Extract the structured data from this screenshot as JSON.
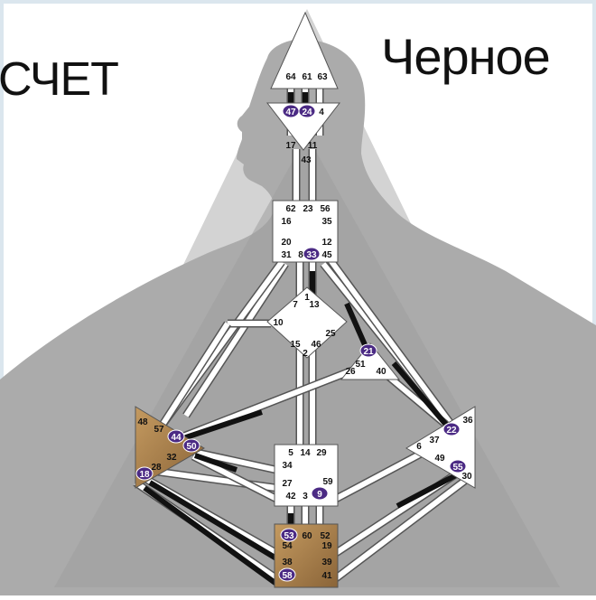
{
  "headings": {
    "left": "СЧЕТ",
    "right": "Черное"
  },
  "colors": {
    "background": "#ffffff",
    "frame_blue": "#dbe6ee",
    "aura_light": "#d3d3d3",
    "aura_dark": "#9e9e9e",
    "silhouette": "#ababab",
    "center_fill": "#ffffff",
    "motor_fill": "#a9824f",
    "channel_stroke": "#555555",
    "activation": "#111111",
    "planet_badge": "#4b2a84"
  },
  "centers": {
    "head": [
      "64",
      "61",
      "63"
    ],
    "ajna": [
      "47",
      "24",
      "4",
      "17",
      "11",
      "43"
    ],
    "throat": [
      "62",
      "23",
      "56",
      "16",
      "35",
      "20",
      "12",
      "31",
      "8",
      "33",
      "45"
    ],
    "g": [
      "1",
      "7",
      "13",
      "10",
      "25",
      "15",
      "46",
      "2"
    ],
    "heart": [
      "21",
      "51",
      "26",
      "40"
    ],
    "spleen": [
      "48",
      "57",
      "44",
      "50",
      "32",
      "18",
      "28"
    ],
    "sacral": [
      "5",
      "14",
      "29",
      "34",
      "59",
      "27",
      "42",
      "3",
      "9"
    ],
    "solar": [
      "36",
      "22",
      "37",
      "6",
      "49",
      "55",
      "30"
    ],
    "root": [
      "53",
      "60",
      "52",
      "54",
      "19",
      "38",
      "39",
      "58",
      "41"
    ]
  },
  "highlighted_gates": [
    "47",
    "24",
    "33",
    "21",
    "44",
    "50",
    "18",
    "22",
    "55",
    "9",
    "53",
    "58"
  ]
}
